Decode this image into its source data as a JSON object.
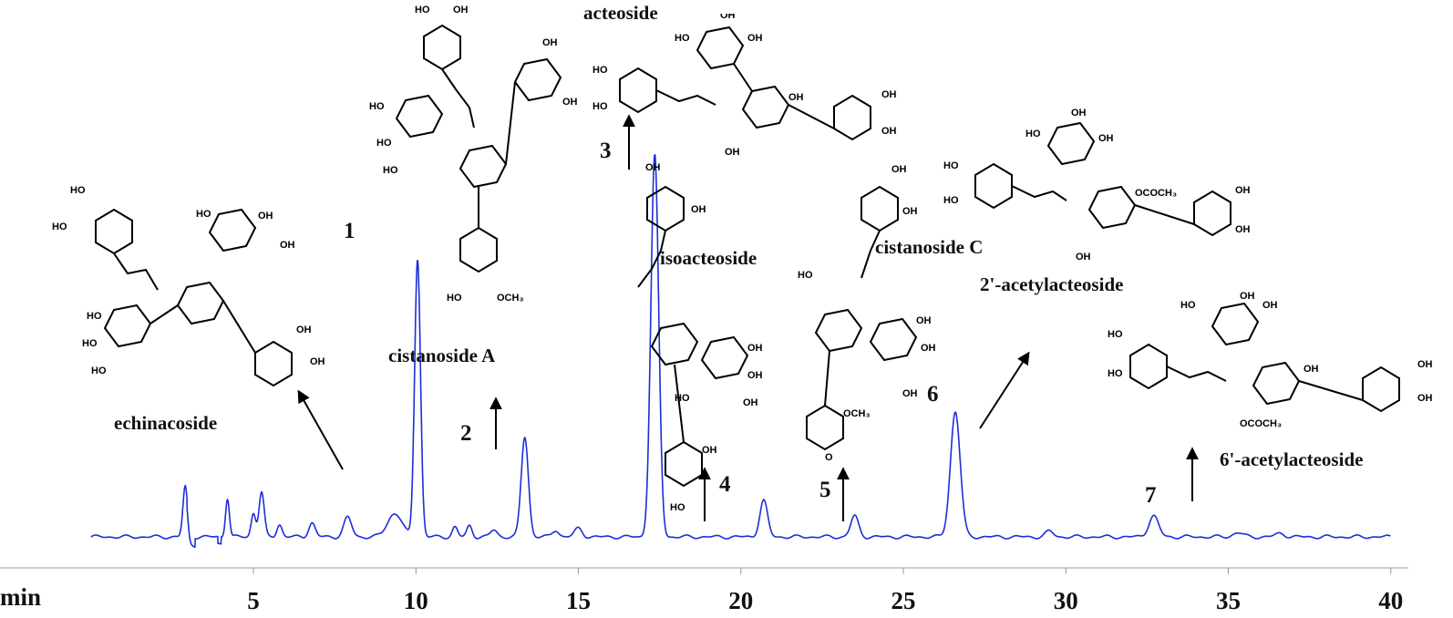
{
  "chart_data": {
    "type": "line",
    "xlabel": "min",
    "xlim": [
      -2.8,
      40.4
    ],
    "ylim": [
      0,
      1
    ],
    "x_ticks": [
      "5",
      "10",
      "15",
      "20",
      "25",
      "30",
      "35",
      "40"
    ],
    "baseline": 0.03,
    "line_color": "#1c2fd6",
    "peaks": [
      {
        "x": 2.9,
        "h": 0.18,
        "w": 0.07
      },
      {
        "x": 4.2,
        "h": 0.14,
        "w": 0.06
      },
      {
        "x": 5.0,
        "h": 0.085,
        "w": 0.07
      },
      {
        "x": 5.25,
        "h": 0.16,
        "w": 0.08
      },
      {
        "x": 5.8,
        "h": 0.045,
        "w": 0.08
      },
      {
        "x": 6.8,
        "h": 0.05,
        "w": 0.1
      },
      {
        "x": 7.9,
        "h": 0.07,
        "w": 0.12
      },
      {
        "x": 9.35,
        "h": 0.085,
        "w": 0.22
      },
      {
        "x": 10.05,
        "h": 1.0,
        "w": 0.09
      },
      {
        "x": 11.2,
        "h": 0.035,
        "w": 0.08
      },
      {
        "x": 11.65,
        "h": 0.04,
        "w": 0.08
      },
      {
        "x": 12.4,
        "h": 0.025,
        "w": 0.1
      },
      {
        "x": 13.35,
        "h": 0.36,
        "w": 0.11
      },
      {
        "x": 14.3,
        "h": 0.025,
        "w": 0.1
      },
      {
        "x": 15.0,
        "h": 0.03,
        "w": 0.12
      },
      {
        "x": 17.35,
        "h": 1.37,
        "w": 0.12
      },
      {
        "x": 20.7,
        "h": 0.13,
        "w": 0.12
      },
      {
        "x": 23.5,
        "h": 0.075,
        "w": 0.12
      },
      {
        "x": 26.6,
        "h": 0.45,
        "w": 0.15
      },
      {
        "x": 29.5,
        "h": 0.02,
        "w": 0.12
      },
      {
        "x": 32.7,
        "h": 0.075,
        "w": 0.15
      },
      {
        "x": 35.3,
        "h": 0.015,
        "w": 0.15
      },
      {
        "x": 36.6,
        "h": 0.012,
        "w": 0.15
      }
    ],
    "peak_labels": [
      {
        "label": "1",
        "compound": "echinacoside"
      },
      {
        "label": "2",
        "compound": "cistanoside A"
      },
      {
        "label": "3",
        "compound": "acteoside"
      },
      {
        "label": "4",
        "compound": "isoacteoside"
      },
      {
        "label": "5",
        "compound": "cistanoside C"
      },
      {
        "label": "6",
        "compound": "2'-acetylacteoside"
      },
      {
        "label": "7",
        "compound": "6'-acetylacteoside"
      }
    ]
  }
}
